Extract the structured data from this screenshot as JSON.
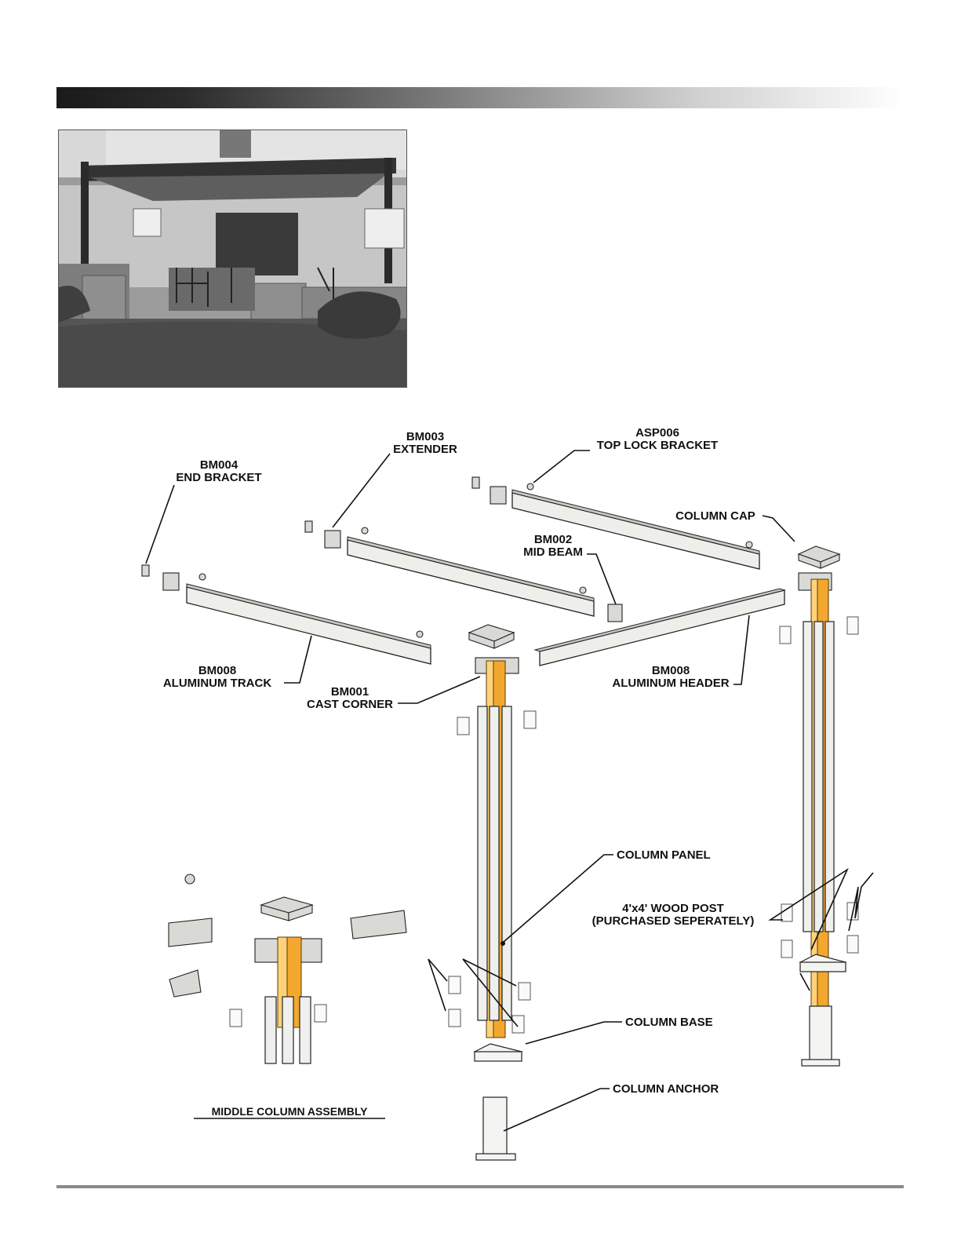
{
  "labels": {
    "bm004_code": "BM004",
    "bm004_name": "END BRACKET",
    "bm003_code": "BM003",
    "bm003_name": "EXTENDER",
    "asp006_code": "ASP006",
    "asp006_name": "TOP LOCK BRACKET",
    "column_cap": "COLUMN CAP",
    "bm002_code": "BM002",
    "bm002_name": "MID BEAM",
    "bm008_track_code": "BM008",
    "bm008_track_name": "ALUMINUM TRACK",
    "bm001_code": "BM001",
    "bm001_name": "CAST CORNER",
    "bm008_header_code": "BM008",
    "bm008_header_name": "ALUMINUM HEADER",
    "column_panel": "COLUMN PANEL",
    "wood_post_1": "4'x4' WOOD POST",
    "wood_post_2": "(PURCHASED SEPERATELY)",
    "column_base": "COLUMN BASE",
    "column_anchor": "COLUMN ANCHOR",
    "middle_column_assembly": "MIDDLE COLUMN ASSEMBLY"
  },
  "colors": {
    "wood_post": "#f2a82e",
    "header_bar_dark": "#1a1a1a",
    "footer_rule": "#8a8a8a"
  }
}
